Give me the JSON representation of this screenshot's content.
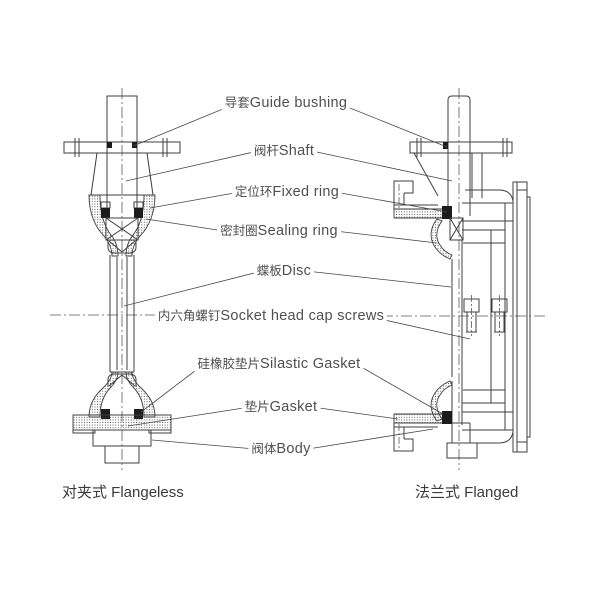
{
  "labels": [
    {
      "zh": "导套",
      "en": "Guide bushing"
    },
    {
      "zh": "阀杆",
      "en": "Shaft"
    },
    {
      "zh": "定位环",
      "en": "Fixed ring"
    },
    {
      "zh": "密封圈",
      "en": "Sealing ring"
    },
    {
      "zh": "蝶板",
      "en": "Disc"
    },
    {
      "zh": "内六角螺钉",
      "en": "Socket head cap screws"
    },
    {
      "zh": "硅橡胶垫片",
      "en": "Silastic Gasket"
    },
    {
      "zh": "垫片",
      "en": "Gasket"
    },
    {
      "zh": "阀体",
      "en": "Body"
    }
  ],
  "captions": {
    "left": "对夹式 Flangeless",
    "right": "法兰式 Flanged"
  },
  "colors": {
    "line": "#3f3f3f",
    "label_text": "#4f4f4f",
    "caption_text": "#3a3a3a",
    "seal_fill": "#1c1c1c",
    "background": "#ffffff"
  }
}
